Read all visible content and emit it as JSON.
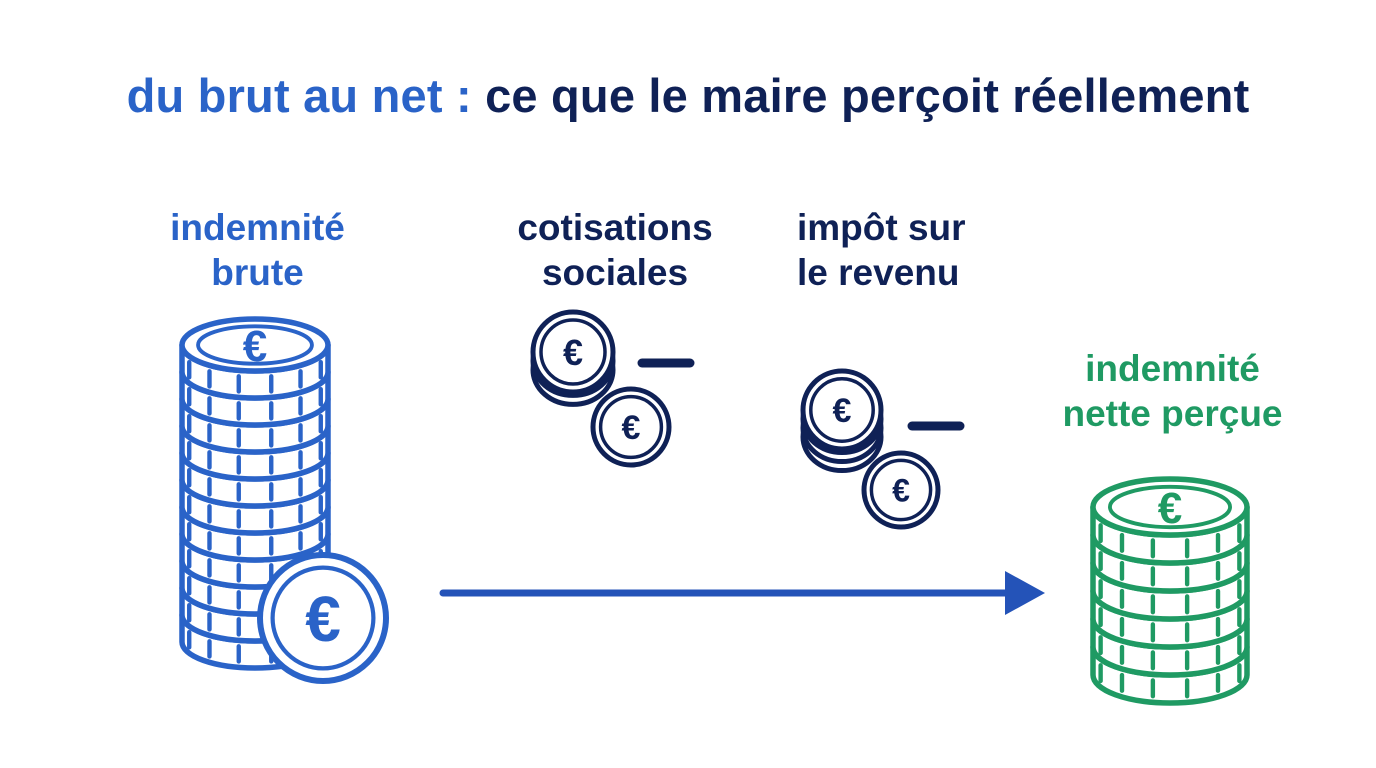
{
  "title": {
    "part1": "du brut au net :",
    "part2": "ce que le maire perçoit réellement"
  },
  "labels": {
    "gross": "indemnité\nbrute",
    "social": "cotisations\nsociales",
    "tax": "impôt sur\nle revenu",
    "net": "indemnité\nnette perçue"
  },
  "symbols": {
    "euro": "€"
  },
  "colors": {
    "blue": "#2a63c8",
    "navy": "#0f2156",
    "green": "#1f9a63"
  }
}
